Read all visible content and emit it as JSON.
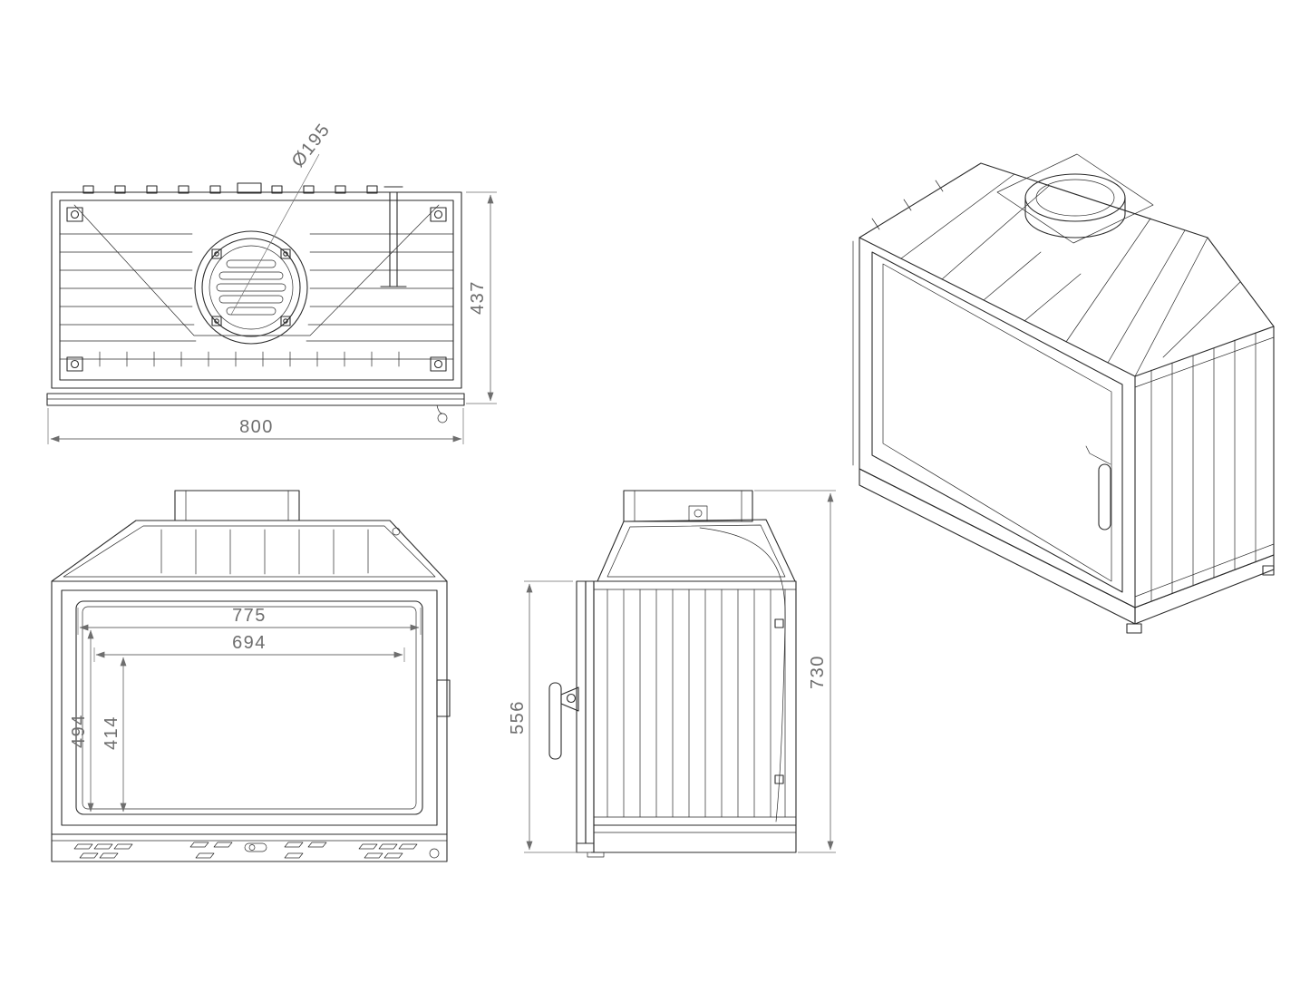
{
  "drawing": {
    "background": "#ffffff",
    "line_color": "#2b2b2b",
    "dim_color": "#6e6e6e",
    "dimensions": {
      "flue_diameter": "Ø195",
      "depth": "437",
      "overall_width": "800",
      "opening_width": "775",
      "glass_width": "694",
      "opening_height": "494",
      "glass_height": "414",
      "body_height": "556",
      "overall_height": "730"
    }
  }
}
